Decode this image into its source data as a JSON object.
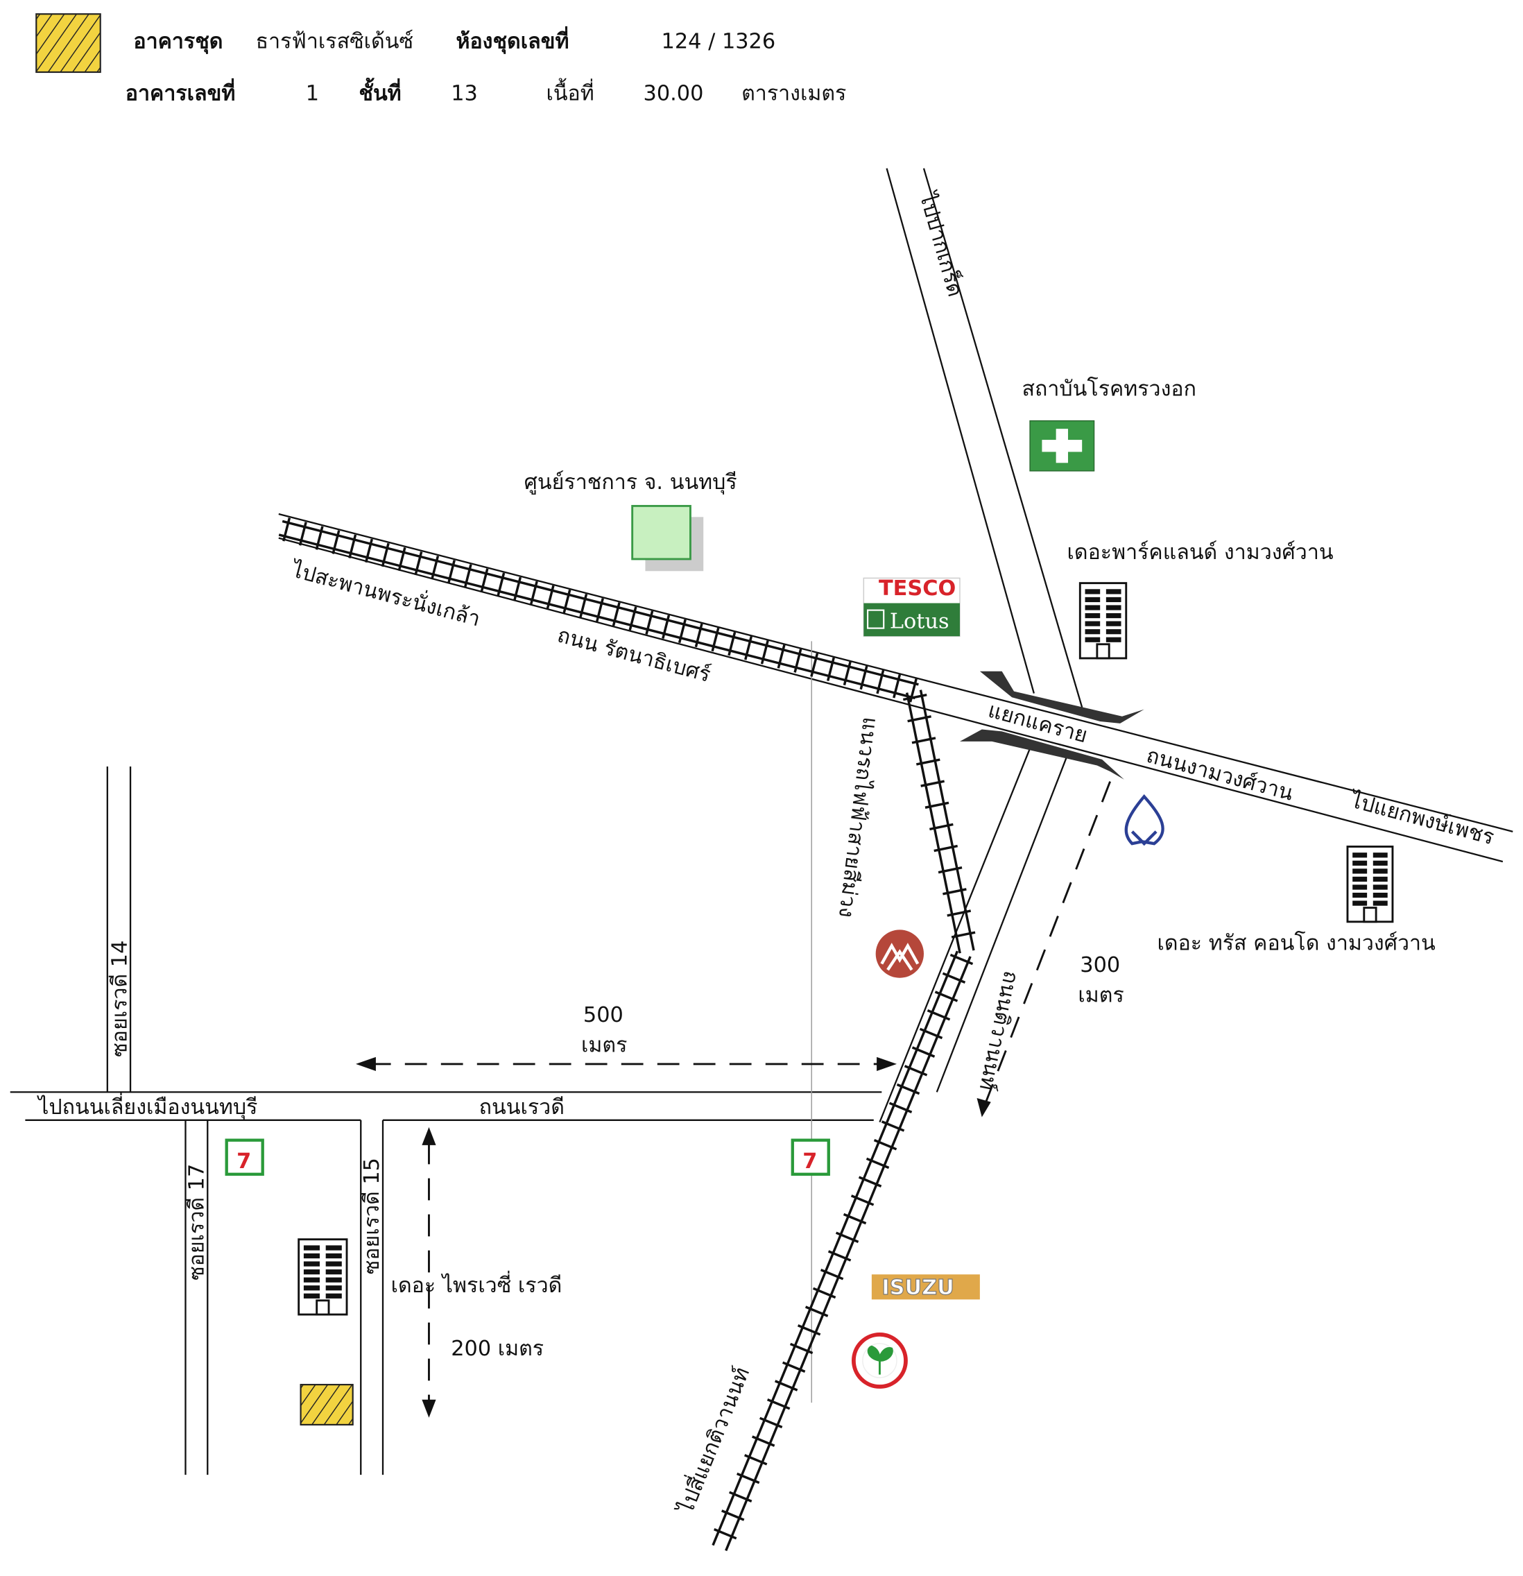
{
  "header": {
    "building_label": "อาคารชุด",
    "building_name": "ธารฟ้าเรสซิเด้นซ์",
    "unit_label": "ห้องชุดเลขที่",
    "unit_number": "124 / 1326",
    "building_no_label": "อาคารเลขที่",
    "building_no": "1",
    "floor_label": "ชั้นที่",
    "floor": "13",
    "area_label": "เนื้อที่",
    "area": "30.00",
    "area_unit": "ตารางเมตร"
  },
  "labels": {
    "to_pak_kret": "ไปปากเกร็ด",
    "chest_institute": "สถาบันโรคทรวงอก",
    "gov_center": "ศูนย์ราชการ จ. นนทบุรี",
    "parkland": "เดอะพาร์คแลนด์ งามวงศ์วาน",
    "to_phra_nang_klao": "ไปสะพานพระนั่งเกล้า",
    "rattanathibet_rd": "ถนน รัตนาธิเบศร์",
    "khae_rai": "แยกแคราย",
    "ngamwongwan_rd": "ถนนงามวงศ์วาน",
    "to_pong_phet": "ไปแยกพงษ์เพชร",
    "purple_line": "แนวรถไฟฟ้าสายสีม่วง",
    "trust_condo": "เดอะ ทรัส คอนโด งามวงศ์วาน",
    "tiwanon_rd": "ถนนติวานนท์",
    "soi_14": "ซอยเรวดี 14",
    "to_bypass": "ไปถนนเลี่ยงเมืองนนทบุรี",
    "rewadi_rd": "ถนนเรวดี",
    "soi_17": "ซอยเรวดี 17",
    "soi_15": "ซอยเรวดี 15",
    "privacy_rewadi": "เดอะ ไพรเวซี่ เรวดี",
    "to_tiwanon_jct": "ไปสี่แยกติวานนท์"
  },
  "distances": {
    "d300": "300",
    "d300_unit": "เมตร",
    "d500": "500",
    "d500_unit": "เมตร",
    "d200": "200  เมตร"
  },
  "logos": {
    "tesco": "TESCO",
    "lotus": "Lotus",
    "isuzu": "ISUZU",
    "seven": "7"
  },
  "colors": {
    "target_yellow": "#f2d340",
    "hospital_green": "#3a9a46",
    "gov_green": "#c8f0c0",
    "tesco_red": "#d8232a",
    "lotus_green": "#2f7d3a",
    "bank_blue": "#2b3f95",
    "krungsri_red": "#b5473a",
    "kbank_green": "#2a9a3a",
    "isuzu_gold": "#e0a84a"
  }
}
